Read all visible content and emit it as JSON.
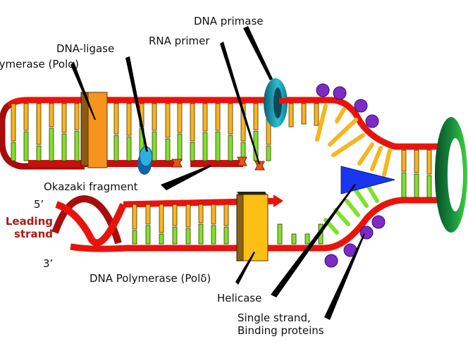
{
  "title": "DNA replication fork",
  "labels": {
    "dna_primase": "DNA primase",
    "rna_primer": "RNA primer",
    "dna_ligase": "DNA-ligase",
    "pol_alpha": "DNA Polymerase (Polα)",
    "okazaki": "Okazaki fragment",
    "five_prime": "5’",
    "three_prime": "3’",
    "leading_line1": "Leading",
    "leading_line2": "strand",
    "pol_delta": "DNA Polymerase (Polδ)",
    "helicase": "Helicase",
    "ssb_line1": "Single strand,",
    "ssb_line2": "Binding proteins"
  },
  "colors": {
    "backbone": "#e8140c",
    "backbone_dark": "#a80d0d",
    "base_orange": "#f7b51e",
    "base_green": "#7fe22a",
    "pol_alpha": "#f7941d",
    "pol_delta": "#fbbf16",
    "primase": "#2aa6c0",
    "ligase": "#1d9bd1",
    "primer": "#e8531c",
    "helicase": "#1833e8",
    "ssb": "#7b2cc4",
    "clamp": "#11803a",
    "leading_label": "#b01818"
  }
}
